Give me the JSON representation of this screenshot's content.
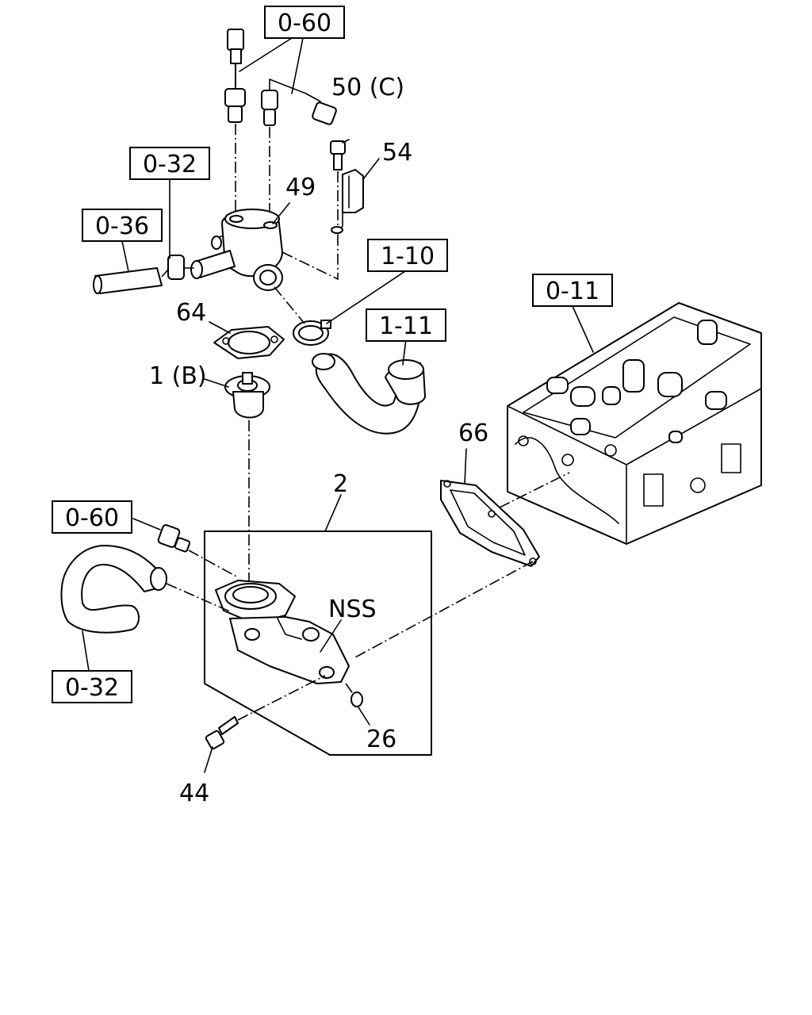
{
  "diagram": {
    "refs": {
      "r060_top": "0-60",
      "r032_top": "0-32",
      "r036": "0-36",
      "r110": "1-10",
      "r111": "1-11",
      "r011": "0-11",
      "r060_mid": "0-60",
      "r032_bot": "0-32"
    },
    "parts": {
      "p50": "50 (C)",
      "p54": "54",
      "p49": "49",
      "p64": "64",
      "p1": "1 (B)",
      "p66": "66",
      "p2": "2",
      "nss": "NSS",
      "p26": "26",
      "p44": "44"
    }
  }
}
